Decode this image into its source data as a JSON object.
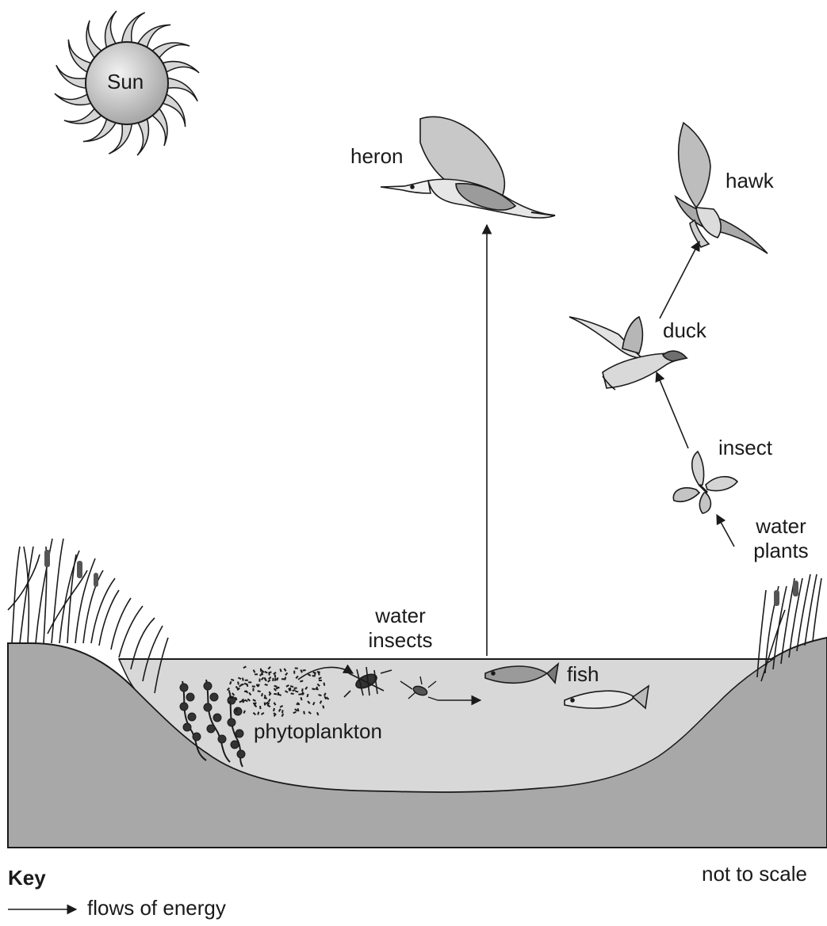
{
  "labels": {
    "sun": "Sun",
    "heron": "heron",
    "hawk": "hawk",
    "duck": "duck",
    "insect": "insect",
    "water_plants_1": "water",
    "water_plants_2": "plants",
    "water_insects_1": "water",
    "water_insects_2": "insects",
    "fish": "fish",
    "phytoplankton": "phytoplankton"
  },
  "key": {
    "title": "Key",
    "arrow_label": "flows of energy"
  },
  "scale_note": "not to scale",
  "colors": {
    "water": "#d8d8d8",
    "ground": "#a8a8a8",
    "outline": "#1a1a1a",
    "sun_fill": "#c8c8c8",
    "bird_fill": "#b5b5b5"
  },
  "energy_flows": [
    [
      "water plants",
      "insect"
    ],
    [
      "insect",
      "duck"
    ],
    [
      "duck",
      "hawk"
    ],
    [
      "phytoplankton",
      "water insects"
    ],
    [
      "water insects",
      "fish"
    ],
    [
      "fish",
      "heron"
    ]
  ]
}
